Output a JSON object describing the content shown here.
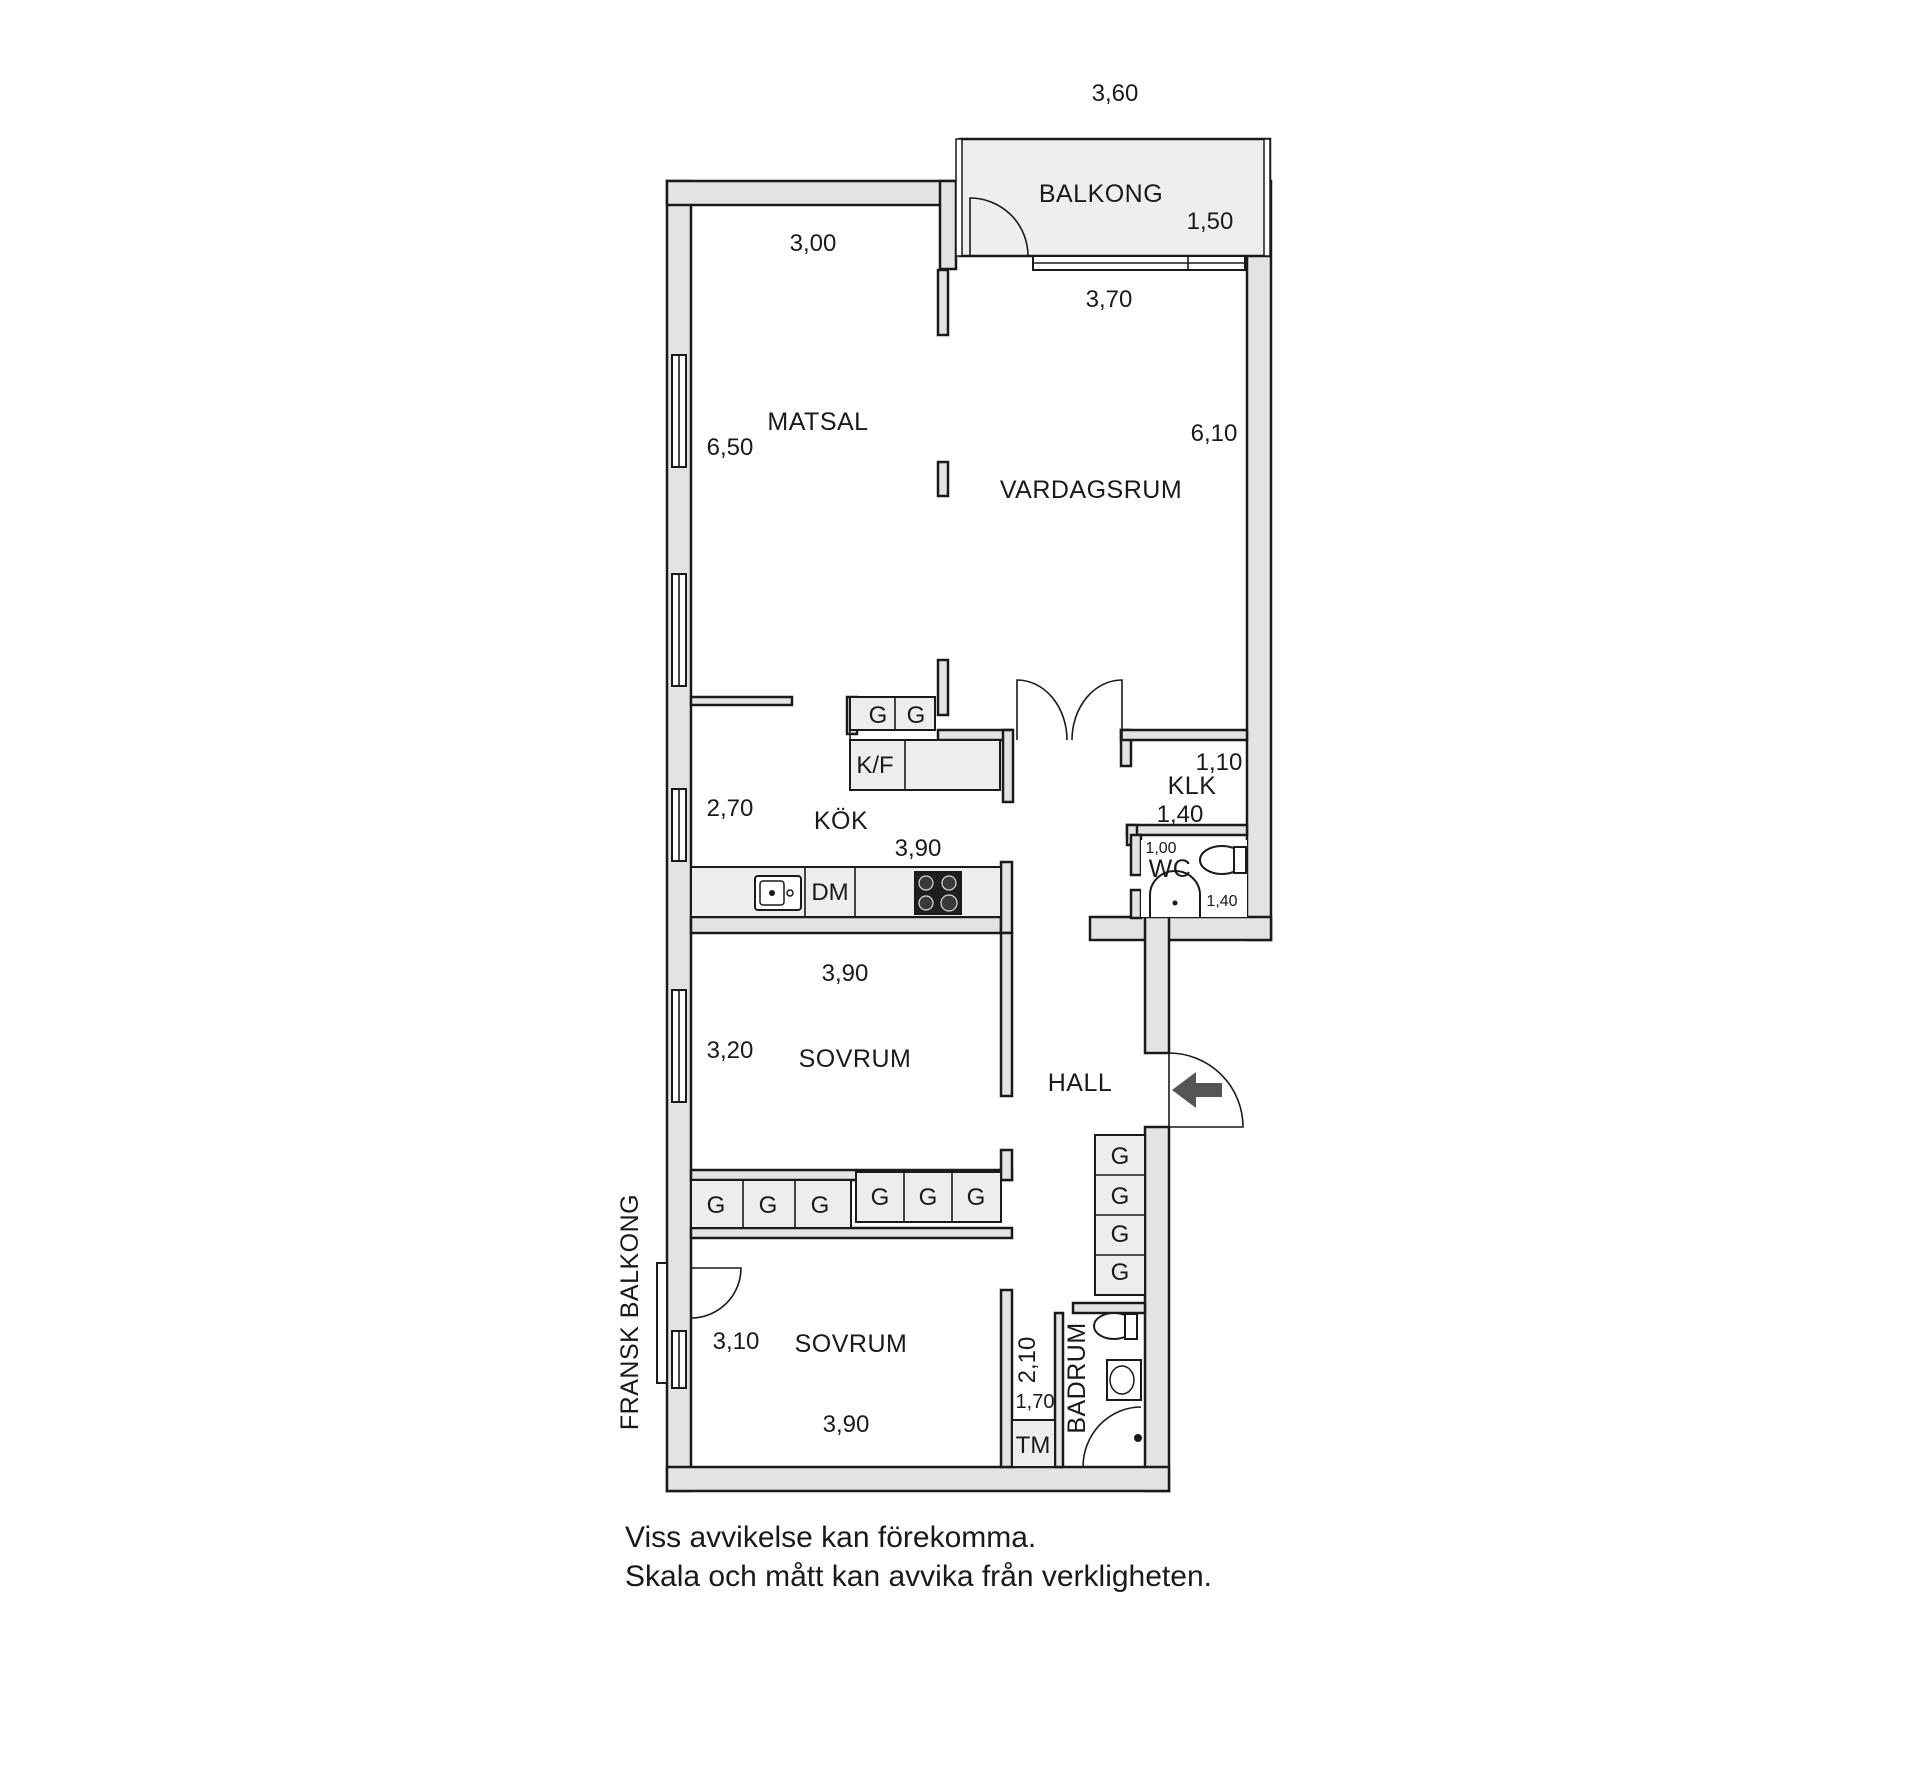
{
  "rooms": {
    "balkong": "BALKONG",
    "matsal": "MATSAL",
    "vardagsrum": "VARDAGSRUM",
    "kok": "KÖK",
    "klk": "KLK",
    "wc": "WC",
    "sovrum_1": "SOVRUM",
    "hall": "HALL",
    "sovrum_2": "SOVRUM",
    "badrum": "BADRUM",
    "fransk_balkong": "FRANSK BALKONG"
  },
  "dimensions": {
    "balkong_width": "3,60",
    "balkong_depth": "1,50",
    "matsal_width": "3,00",
    "vardagsrum_width": "3,70",
    "matsal_length": "6,50",
    "vardagsrum_length": "6,10",
    "klk_width": "1,10",
    "klk_depth": "1,40",
    "kok_depth": "2,70",
    "kok_width": "3,90",
    "wc_width": "1,00",
    "wc_depth": "1,40",
    "sovrum1_width": "3,90",
    "sovrum1_depth": "3,20",
    "sovrum2_depth": "3,10",
    "sovrum2_width": "3,90",
    "badrum_length": "2,10",
    "badrum_width": "1,70"
  },
  "fixtures": {
    "wardrobe": "G",
    "fridge_freezer": "K/F",
    "dishwasher": "DM",
    "washer": "TM"
  },
  "disclaimer": {
    "line1": "Viss avvikelse kan förekomma.",
    "line2": "Skala och mått kan avvika från verkligheten."
  }
}
